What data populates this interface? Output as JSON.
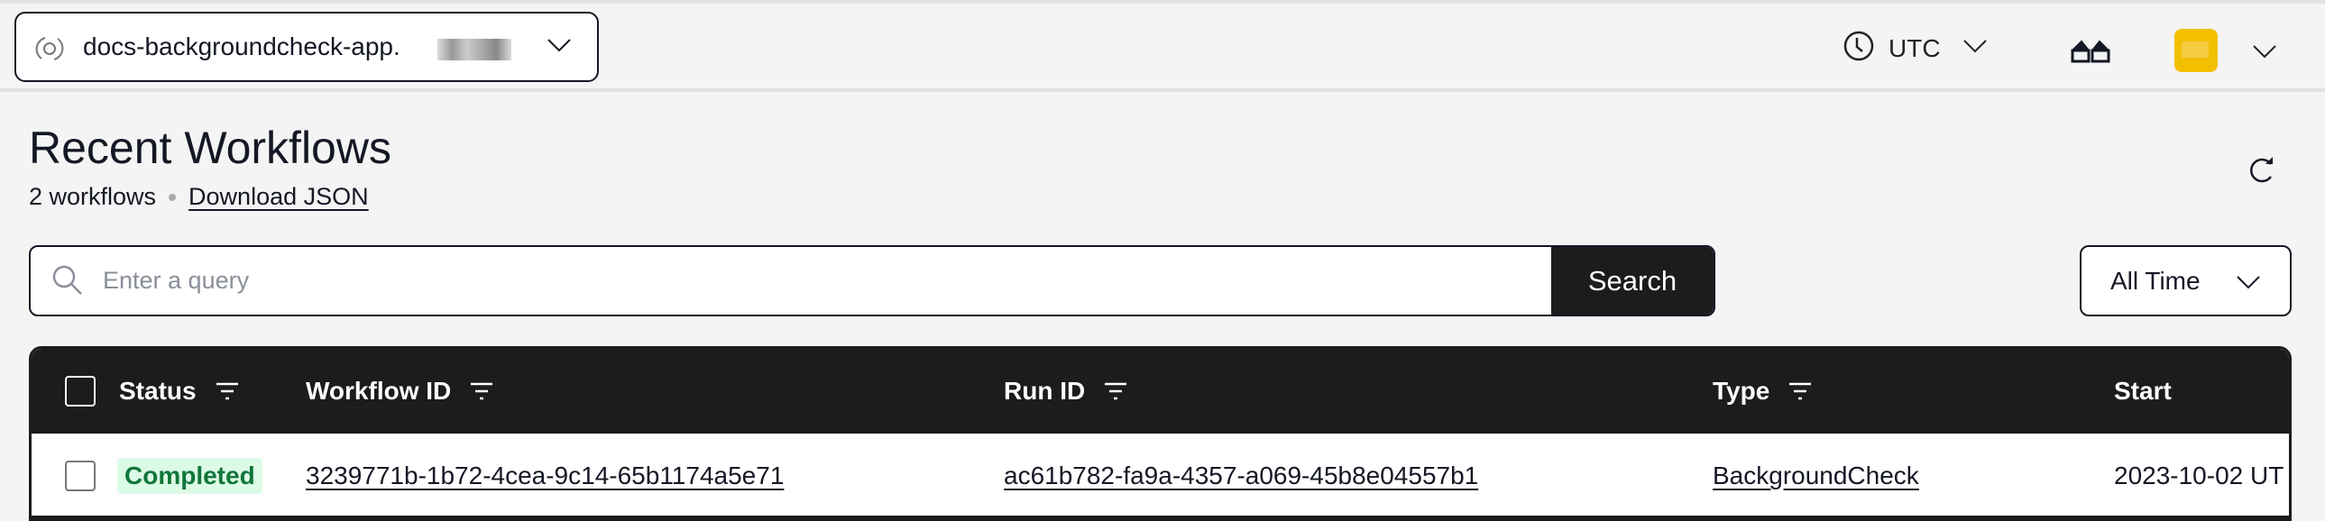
{
  "topbar": {
    "namespace": "docs-backgroundcheck-app.",
    "timezone": "UTC",
    "avatar_color": "#f2c000"
  },
  "page": {
    "title": "Recent Workflows",
    "count": "2 workflows",
    "download": "Download JSON"
  },
  "search": {
    "placeholder": "Enter a query",
    "button": "Search",
    "time_range": "All Time"
  },
  "table": {
    "headers": [
      "Status",
      "Workflow ID",
      "Run ID",
      "Type",
      "Start"
    ],
    "rows": [
      {
        "status": "Completed",
        "workflow_id": "3239771b-1b72-4cea-9c14-65b1174a5e71",
        "run_id": "ac61b782-fa9a-4357-a069-45b8e04557b1",
        "type": "BackgroundCheck",
        "start": "2023-10-02 UT"
      }
    ]
  },
  "colors": {
    "header_bg": "#1b1c1e",
    "status_completed_bg": "#dcfbe6",
    "status_completed_text": "#11763a"
  }
}
